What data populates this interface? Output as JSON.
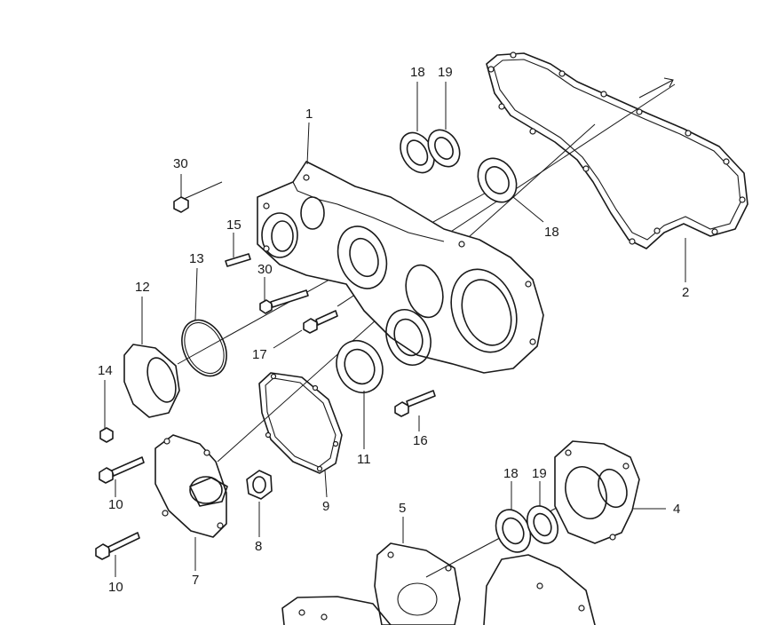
{
  "callouts": [
    {
      "id": "c18a",
      "text": "18"
    },
    {
      "id": "c19a",
      "text": "19"
    },
    {
      "id": "c1",
      "text": "1"
    },
    {
      "id": "c30a",
      "text": "30"
    },
    {
      "id": "c15",
      "text": "15"
    },
    {
      "id": "c13",
      "text": "13"
    },
    {
      "id": "c12",
      "text": "12"
    },
    {
      "id": "c30b",
      "text": "30"
    },
    {
      "id": "c18b",
      "text": "18"
    },
    {
      "id": "c2",
      "text": "2"
    },
    {
      "id": "c17",
      "text": "17"
    },
    {
      "id": "c14",
      "text": "14"
    },
    {
      "id": "c16",
      "text": "16"
    },
    {
      "id": "c11",
      "text": "11"
    },
    {
      "id": "c9",
      "text": "9"
    },
    {
      "id": "c10a",
      "text": "10"
    },
    {
      "id": "c10b",
      "text": "10"
    },
    {
      "id": "c8",
      "text": "8"
    },
    {
      "id": "c7",
      "text": "7"
    },
    {
      "id": "c18c",
      "text": "18"
    },
    {
      "id": "c19b",
      "text": "19"
    },
    {
      "id": "c4",
      "text": "4"
    },
    {
      "id": "c5",
      "text": "5"
    }
  ]
}
